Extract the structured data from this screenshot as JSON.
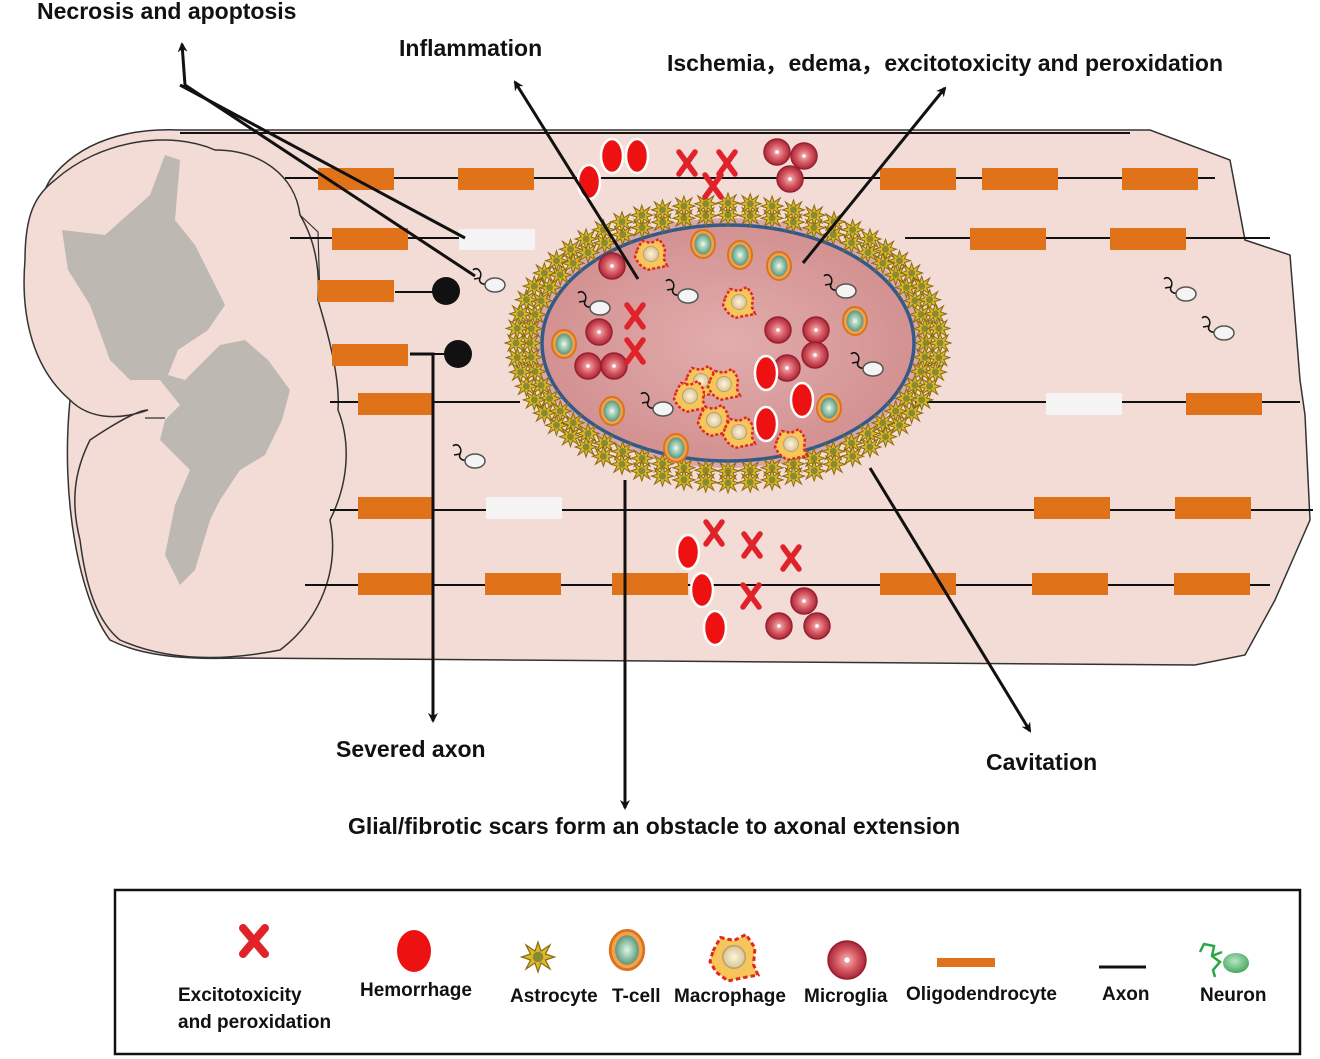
{
  "labels": {
    "necrosis": "Necrosis and apoptosis",
    "inflammation": "Inflammation",
    "ischemia": "Ischemia，edema，excitotoxicity and peroxidation",
    "severed_axon": "Severed axon",
    "cavitation": "Cavitation",
    "glial_scar": "Glial/fibrotic scars form an obstacle to axonal extension"
  },
  "legend": {
    "excitotoxicity_line1": "Excitotoxicity",
    "excitotoxicity_line2": "and peroxidation",
    "hemorrhage": "Hemorrhage",
    "astrocyte": "Astrocyte",
    "tcell": "T-cell",
    "macrophage": "Macrophage",
    "microglia": "Microglia",
    "oligodendrocyte": "Oligodendrocyte",
    "axon": "Axon",
    "neuron": "Neuron"
  },
  "colors": {
    "tissue": "#f3dcd6",
    "grey_matter": "#bdb8b1",
    "lesion": "#dba0a0",
    "lesion_border": "#2f5a8a",
    "oligodendrocyte": "#e0721a",
    "demyelinated": "#f4f4f4",
    "hemorrhage": "#ee1111",
    "microglia": "#c93a47",
    "excitotoxicity": "#e0232a",
    "astrocyte": "#d3b11e",
    "tcell": "#f08a2a",
    "neuron": "#2aa642"
  }
}
